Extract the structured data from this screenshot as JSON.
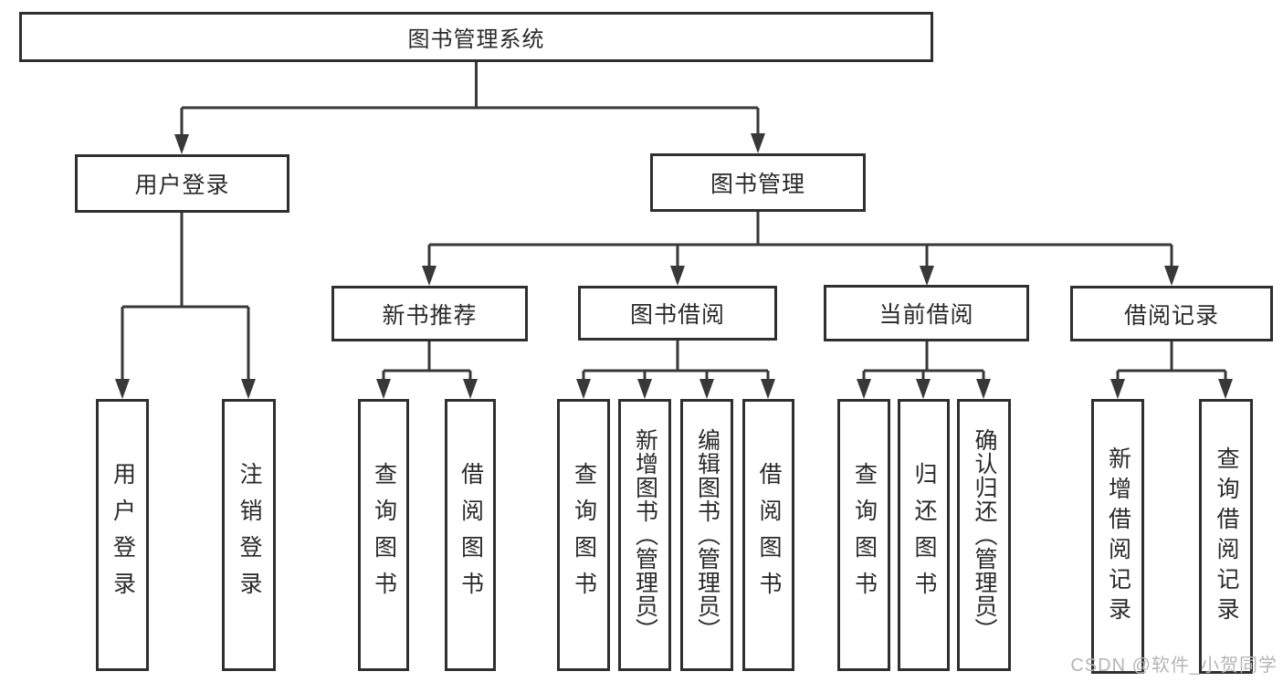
{
  "nodes": {
    "root": {
      "label": "图书管理系统"
    },
    "user_login": {
      "label": "用户登录"
    },
    "book_mgmt": {
      "label": "图书管理"
    },
    "login": {
      "label": "用户登录"
    },
    "logout": {
      "label": "注销登录"
    },
    "new_book_rec": {
      "label": "新书推荐"
    },
    "book_borrow": {
      "label": "图书借阅"
    },
    "current_borrow": {
      "label": "当前借阅"
    },
    "borrow_records": {
      "label": "借阅记录"
    },
    "nbr_query": {
      "label": "查询图书"
    },
    "nbr_borrow": {
      "label": "借阅图书"
    },
    "bb_query": {
      "label": "查询图书"
    },
    "bb_add_admin": {
      "label": "新增图书（管理员）"
    },
    "bb_edit_admin": {
      "label": "编辑图书（管理员）"
    },
    "bb_borrow": {
      "label": "借阅图书"
    },
    "cb_query": {
      "label": "查询图书"
    },
    "cb_return": {
      "label": "归还图书"
    },
    "cb_confirm_admin": {
      "label": "确认归还（管理员）"
    },
    "br_add": {
      "label": "新增借阅记录"
    },
    "br_query": {
      "label": "查询借阅记录"
    }
  },
  "watermark": {
    "text": "CSDN @软件_小贺同学"
  },
  "colors": {
    "line": "#383838",
    "box_border": "#2f2f2f",
    "box_background": "#ffffff",
    "text": "#2a2a2a",
    "watermark": "#b5b5b5",
    "page_background": "#ffffff"
  }
}
